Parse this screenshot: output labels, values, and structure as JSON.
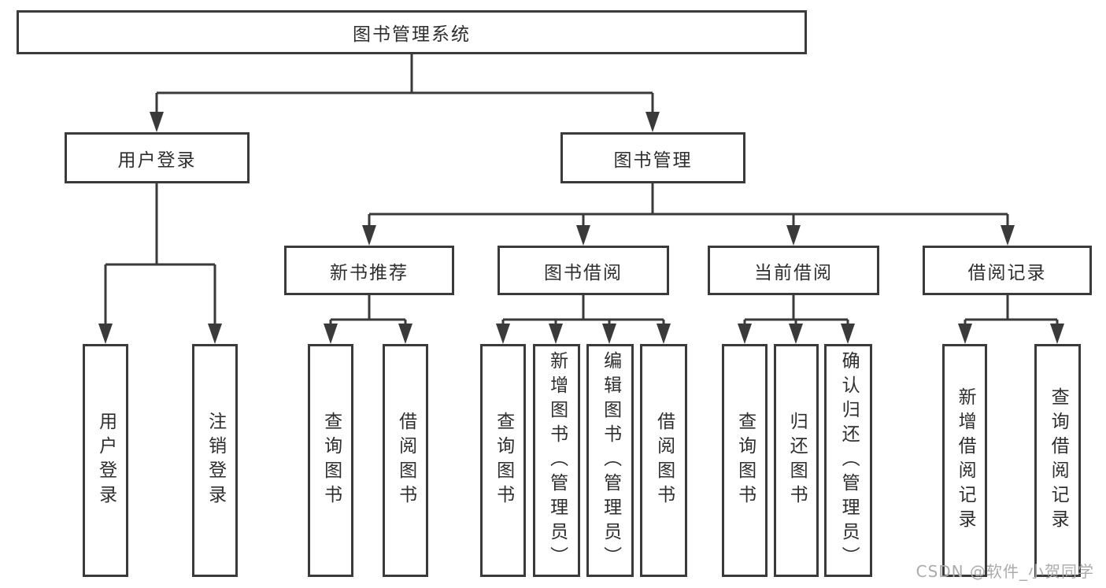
{
  "tree": {
    "root": {
      "label": "图书管理系统",
      "children": [
        {
          "label": "用户登录",
          "children": [
            {
              "label": "用户登录"
            },
            {
              "label": "注销登录"
            }
          ]
        },
        {
          "label": "图书管理",
          "children": [
            {
              "label": "新书推荐",
              "children": [
                {
                  "label": "查询图书"
                },
                {
                  "label": "借阅图书"
                }
              ]
            },
            {
              "label": "图书借阅",
              "children": [
                {
                  "label": "查询图书"
                },
                {
                  "label": "新增图书（管理员）"
                },
                {
                  "label": "编辑图书（管理员）"
                },
                {
                  "label": "借阅图书"
                }
              ]
            },
            {
              "label": "当前借阅",
              "children": [
                {
                  "label": "查询图书"
                },
                {
                  "label": "归还图书"
                },
                {
                  "label": "确认归还（管理员）"
                }
              ]
            },
            {
              "label": "借阅记录",
              "children": [
                {
                  "label": "新增借阅记录"
                },
                {
                  "label": "查询借阅记录"
                }
              ]
            }
          ]
        }
      ]
    }
  },
  "watermark": {
    "text": "CSDN @软件_小贺同学"
  },
  "colors": {
    "line": "#3a3a3a",
    "box_border": "#3a3a3a",
    "box_fill": "#ffffff",
    "text": "#2e2e2e",
    "watermark": "#ababab",
    "background": "#ffffff"
  }
}
